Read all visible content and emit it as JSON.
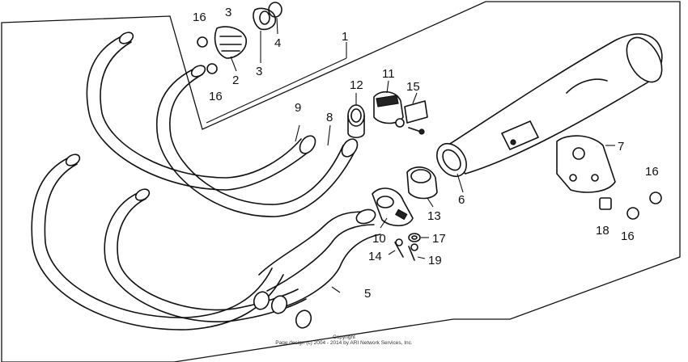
{
  "diagram": {
    "callouts": {
      "c1": "1",
      "c2": "2",
      "c3a": "3",
      "c3b": "3",
      "c4": "4",
      "c5": "5",
      "c6": "6",
      "c7": "7",
      "c8": "8",
      "c9": "9",
      "c10": "10",
      "c11": "11",
      "c12": "12",
      "c13": "13",
      "c14": "14",
      "c15": "15",
      "c16a": "16",
      "c16b": "16",
      "c16c": "16",
      "c16d": "16",
      "c17": "17",
      "c18": "18",
      "c19": "19"
    }
  },
  "footer": {
    "copyright_line1": "Copyright",
    "copyright_line2": "Page design (c) 2004 - 2014 by ARI Network Services, Inc."
  }
}
